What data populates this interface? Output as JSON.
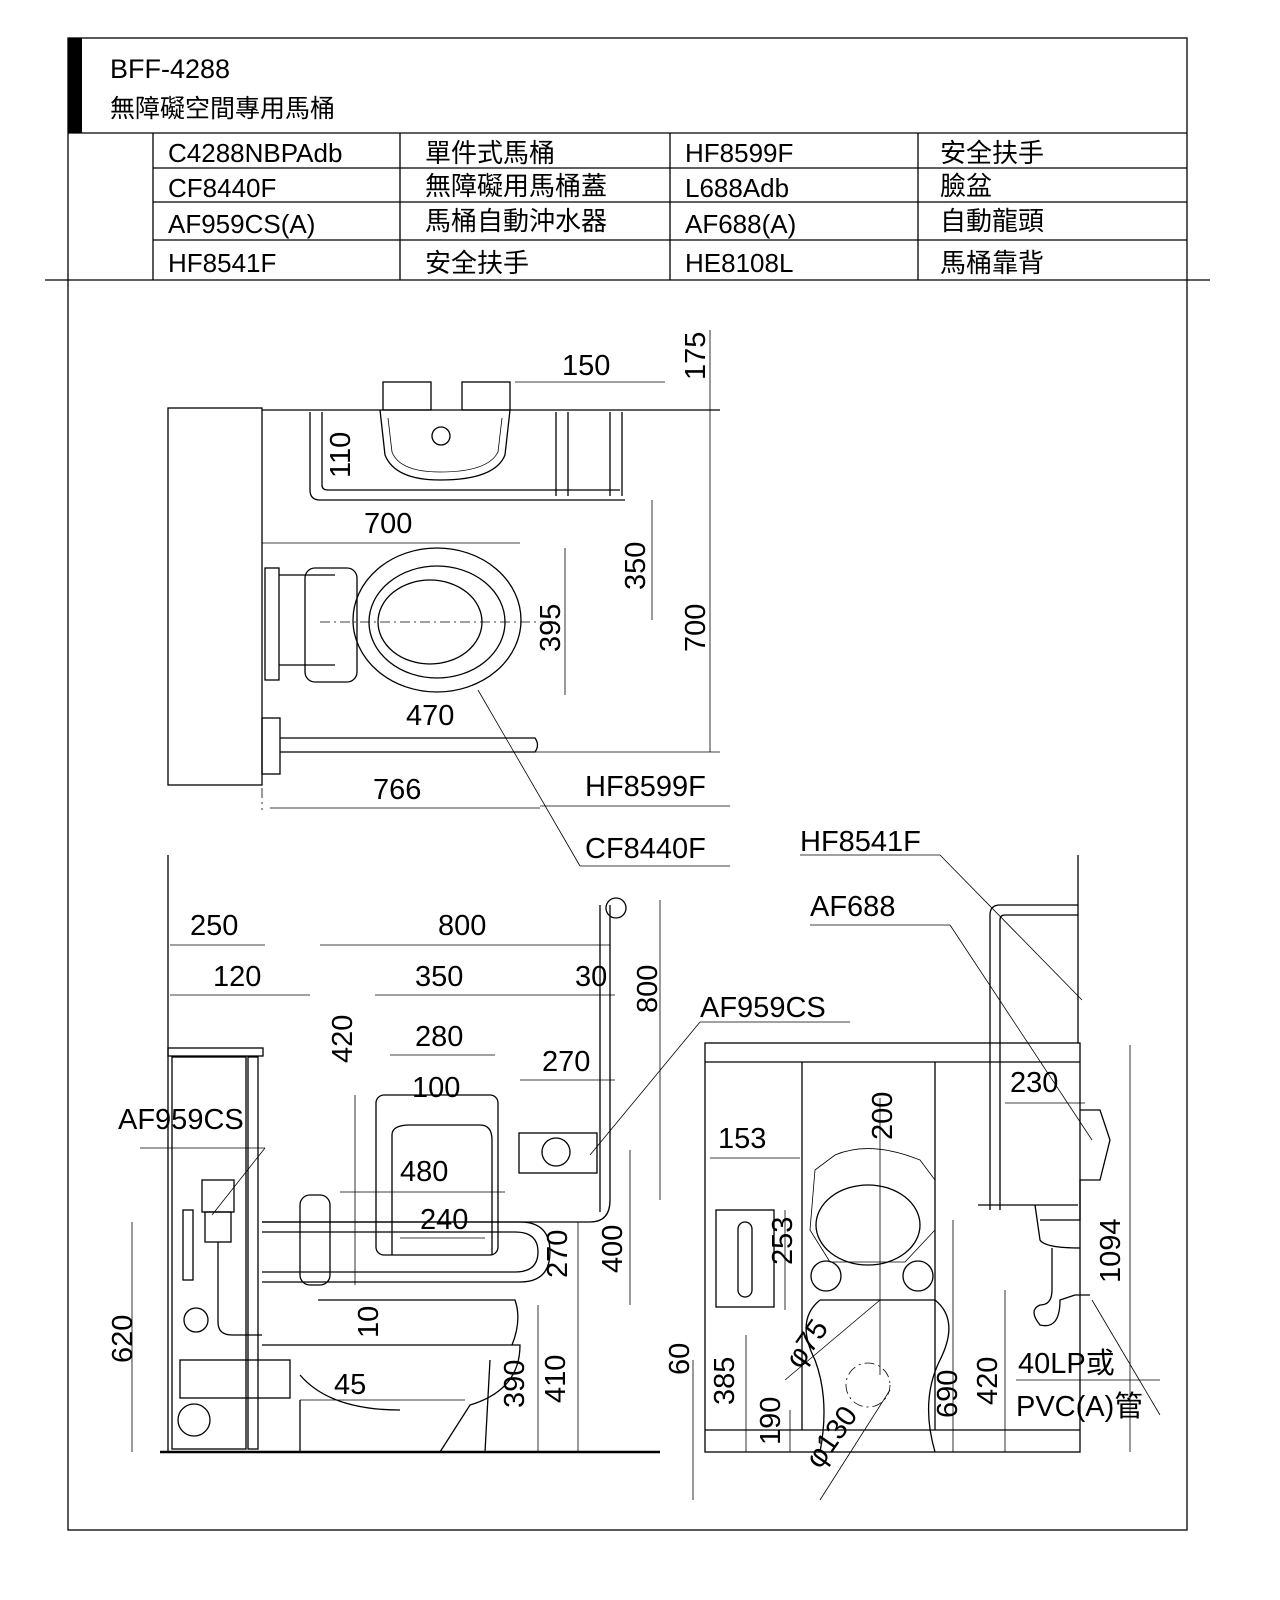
{
  "title": {
    "code": "BFF-4288",
    "name": "無障礙空間專用馬桶"
  },
  "parts": [
    {
      "model": "C4288NBPAdb",
      "desc": "單件式馬桶",
      "model2": "HF8599F",
      "desc2": "安全扶手"
    },
    {
      "model": "CF8440F",
      "desc": "無障礙用馬桶蓋",
      "model2": "L688Adb",
      "desc2": "臉盆"
    },
    {
      "model": "AF959CS(A)",
      "desc": "馬桶自動沖水器",
      "model2": "AF688(A)",
      "desc2": "自動龍頭"
    },
    {
      "model": "HF8541F",
      "desc": "安全扶手",
      "model2": "HE8108L",
      "desc2": "馬桶靠背"
    }
  ],
  "plan": {
    "dims": [
      "150",
      "175",
      "110",
      "700",
      "350",
      "395",
      "700",
      "470",
      "766"
    ],
    "callouts": [
      "HF8599F",
      "CF8440F"
    ]
  },
  "side": {
    "dims": [
      "250",
      "800",
      "120",
      "350",
      "30",
      "800",
      "420",
      "280",
      "270",
      "100",
      "480",
      "240",
      "270",
      "400",
      "620",
      "10",
      "45",
      "390",
      "410"
    ],
    "callouts": [
      "AF959CS",
      "AF959CS"
    ]
  },
  "front": {
    "dims": [
      "230",
      "200",
      "153",
      "253",
      "60",
      "385",
      "φ75",
      "190",
      "φ130",
      "690",
      "420",
      "1094"
    ],
    "callouts": [
      "HF8541F",
      "AF688"
    ],
    "pipe_note": [
      "40LP或",
      "PVC(A)管"
    ]
  }
}
